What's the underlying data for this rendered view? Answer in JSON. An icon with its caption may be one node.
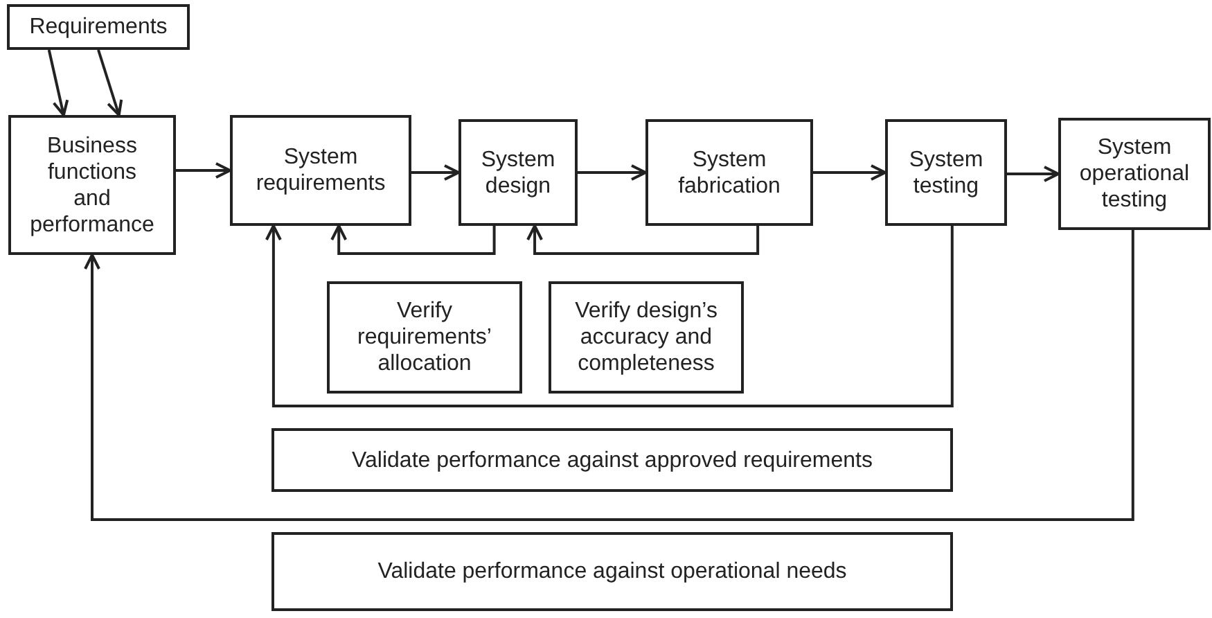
{
  "diagram": {
    "nodes": [
      {
        "text": [
          "Requirements"
        ]
      },
      {
        "text": [
          "Business functions and performance"
        ]
      },
      {
        "text": [
          "System requirements"
        ]
      },
      {
        "text": [
          "System design"
        ]
      },
      {
        "text": [
          "System fabrication"
        ]
      },
      {
        "text": [
          "System testing"
        ]
      },
      {
        "text": [
          "System operational testing"
        ]
      },
      {
        "text": [
          "Verify requirements’ allocation"
        ]
      },
      {
        "text": [
          "Verify design’s accuracy and completeness"
        ]
      },
      {
        "text": [
          "Validate performance against approved requirements"
        ]
      },
      {
        "text": [
          "Validate performance against operational needs"
        ]
      }
    ],
    "edges": [
      {
        "from": 0,
        "to": 1,
        "arrow": "to"
      },
      {
        "from": 0,
        "to": 1,
        "arrow": "to"
      },
      {
        "from": 1,
        "to": 2,
        "arrow": "to"
      },
      {
        "from": 2,
        "to": 3,
        "arrow": "to"
      },
      {
        "from": 3,
        "to": 4,
        "arrow": "to"
      },
      {
        "from": 4,
        "to": 5,
        "arrow": "to"
      },
      {
        "from": 5,
        "to": 6,
        "arrow": "to"
      },
      {
        "from": 3,
        "to": 2,
        "arrow": "to"
      },
      {
        "from": 4,
        "to": 3,
        "arrow": "to"
      },
      {
        "from": 5,
        "to": 2,
        "arrow": "to"
      },
      {
        "from": 6,
        "to": 1,
        "arrow": "to"
      }
    ]
  }
}
